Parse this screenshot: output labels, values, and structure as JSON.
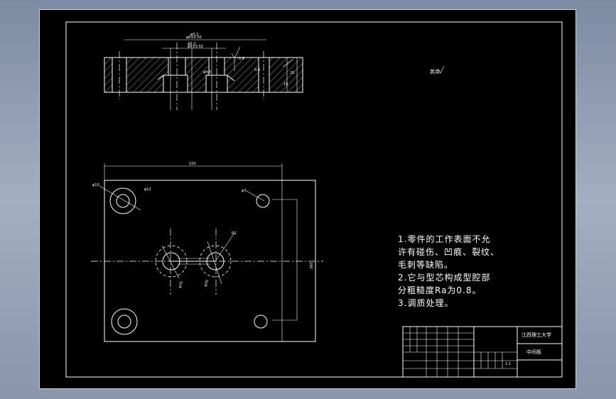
{
  "notes": [
    "1.零件的工作表面不允",
    "许有碰伤、凹痕、裂纹、",
    "毛刺等缺陷。",
    "2.它与型芯构成型腔部",
    "分粗糙度Ra为0.8。",
    "3.调质处理。"
  ],
  "surface_finish_mark": "其余",
  "plan_dims": {
    "width": "220",
    "height": "180"
  },
  "title_block": {
    "university": "江西理工大学",
    "part_name": "中间板",
    "scale": "1:1"
  }
}
